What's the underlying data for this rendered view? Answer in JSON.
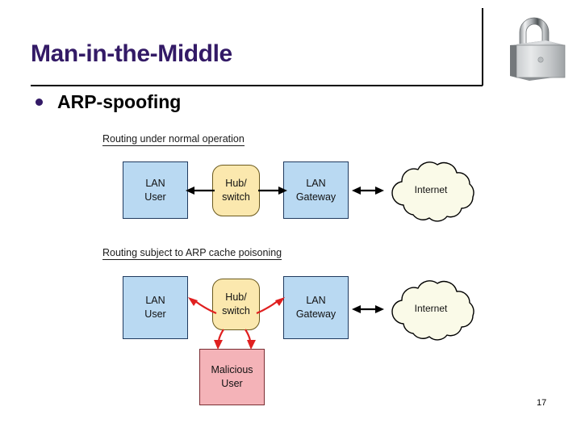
{
  "slide": {
    "title": "Man-in-the-Middle",
    "page_number": "17",
    "bullet": "ARP-spoofing",
    "title_color": "#331a66",
    "bullet_marker": "bullet-dot"
  },
  "decorations": {
    "padlock_icon": "padlock-icon",
    "padlock_color": "#b9bbbd"
  },
  "diagram": {
    "panels": [
      {
        "caption": "Routing under normal operation",
        "nodes": [
          {
            "name": "lan-user",
            "lines": [
              "LAN",
              "User"
            ],
            "shape": "rect",
            "fill": "#b9d9f2",
            "stroke": "#1f3a5f"
          },
          {
            "name": "hub-switch",
            "lines": [
              "Hub/",
              "switch"
            ],
            "shape": "rounded-rect",
            "fill": "#fbe8ae",
            "stroke": "#6b5a1e"
          },
          {
            "name": "lan-gateway",
            "lines": [
              "LAN",
              "Gateway"
            ],
            "shape": "rect",
            "fill": "#b9d9f2",
            "stroke": "#1f3a5f"
          },
          {
            "name": "internet-cloud",
            "lines": [
              "Internet"
            ],
            "shape": "cloud",
            "fill": "#fafae8",
            "stroke": "#000000"
          }
        ],
        "connectors": [
          {
            "from": "hub-switch",
            "to": "lan-user",
            "style": "single-arrow",
            "color": "#000000"
          },
          {
            "from": "hub-switch",
            "to": "lan-gateway",
            "style": "single-arrow",
            "color": "#000000"
          },
          {
            "from": "lan-gateway",
            "to": "internet-cloud",
            "style": "double-arrow",
            "color": "#000000"
          }
        ]
      },
      {
        "caption": "Routing subject to ARP cache poisoning",
        "nodes": [
          {
            "name": "lan-user",
            "lines": [
              "LAN",
              "User"
            ],
            "shape": "rect",
            "fill": "#b9d9f2",
            "stroke": "#1f3a5f"
          },
          {
            "name": "hub-switch",
            "lines": [
              "Hub/",
              "switch"
            ],
            "shape": "rounded-rect",
            "fill": "#fbe8ae",
            "stroke": "#6b5a1e"
          },
          {
            "name": "lan-gateway",
            "lines": [
              "LAN",
              "Gateway"
            ],
            "shape": "rect",
            "fill": "#b9d9f2",
            "stroke": "#1f3a5f"
          },
          {
            "name": "internet-cloud",
            "lines": [
              "Internet"
            ],
            "shape": "cloud",
            "fill": "#fafae8",
            "stroke": "#000000"
          },
          {
            "name": "malicious-user",
            "lines": [
              "Malicious",
              "User"
            ],
            "shape": "rect",
            "fill": "#f4b3b8",
            "stroke": "#7a2e33"
          }
        ],
        "connectors": [
          {
            "from": "hub-switch",
            "to": "lan-user",
            "style": "single-arrow",
            "color": "#e02020"
          },
          {
            "from": "hub-switch",
            "to": "lan-gateway",
            "style": "single-arrow",
            "color": "#e02020"
          },
          {
            "from": "hub-switch",
            "to": "malicious-user",
            "style": "single-arrow",
            "color": "#e02020"
          },
          {
            "from": "hub-switch",
            "to": "malicious-user",
            "style": "single-arrow",
            "color": "#e02020"
          },
          {
            "from": "lan-gateway",
            "to": "internet-cloud",
            "style": "double-arrow",
            "color": "#000000"
          }
        ]
      }
    ]
  }
}
